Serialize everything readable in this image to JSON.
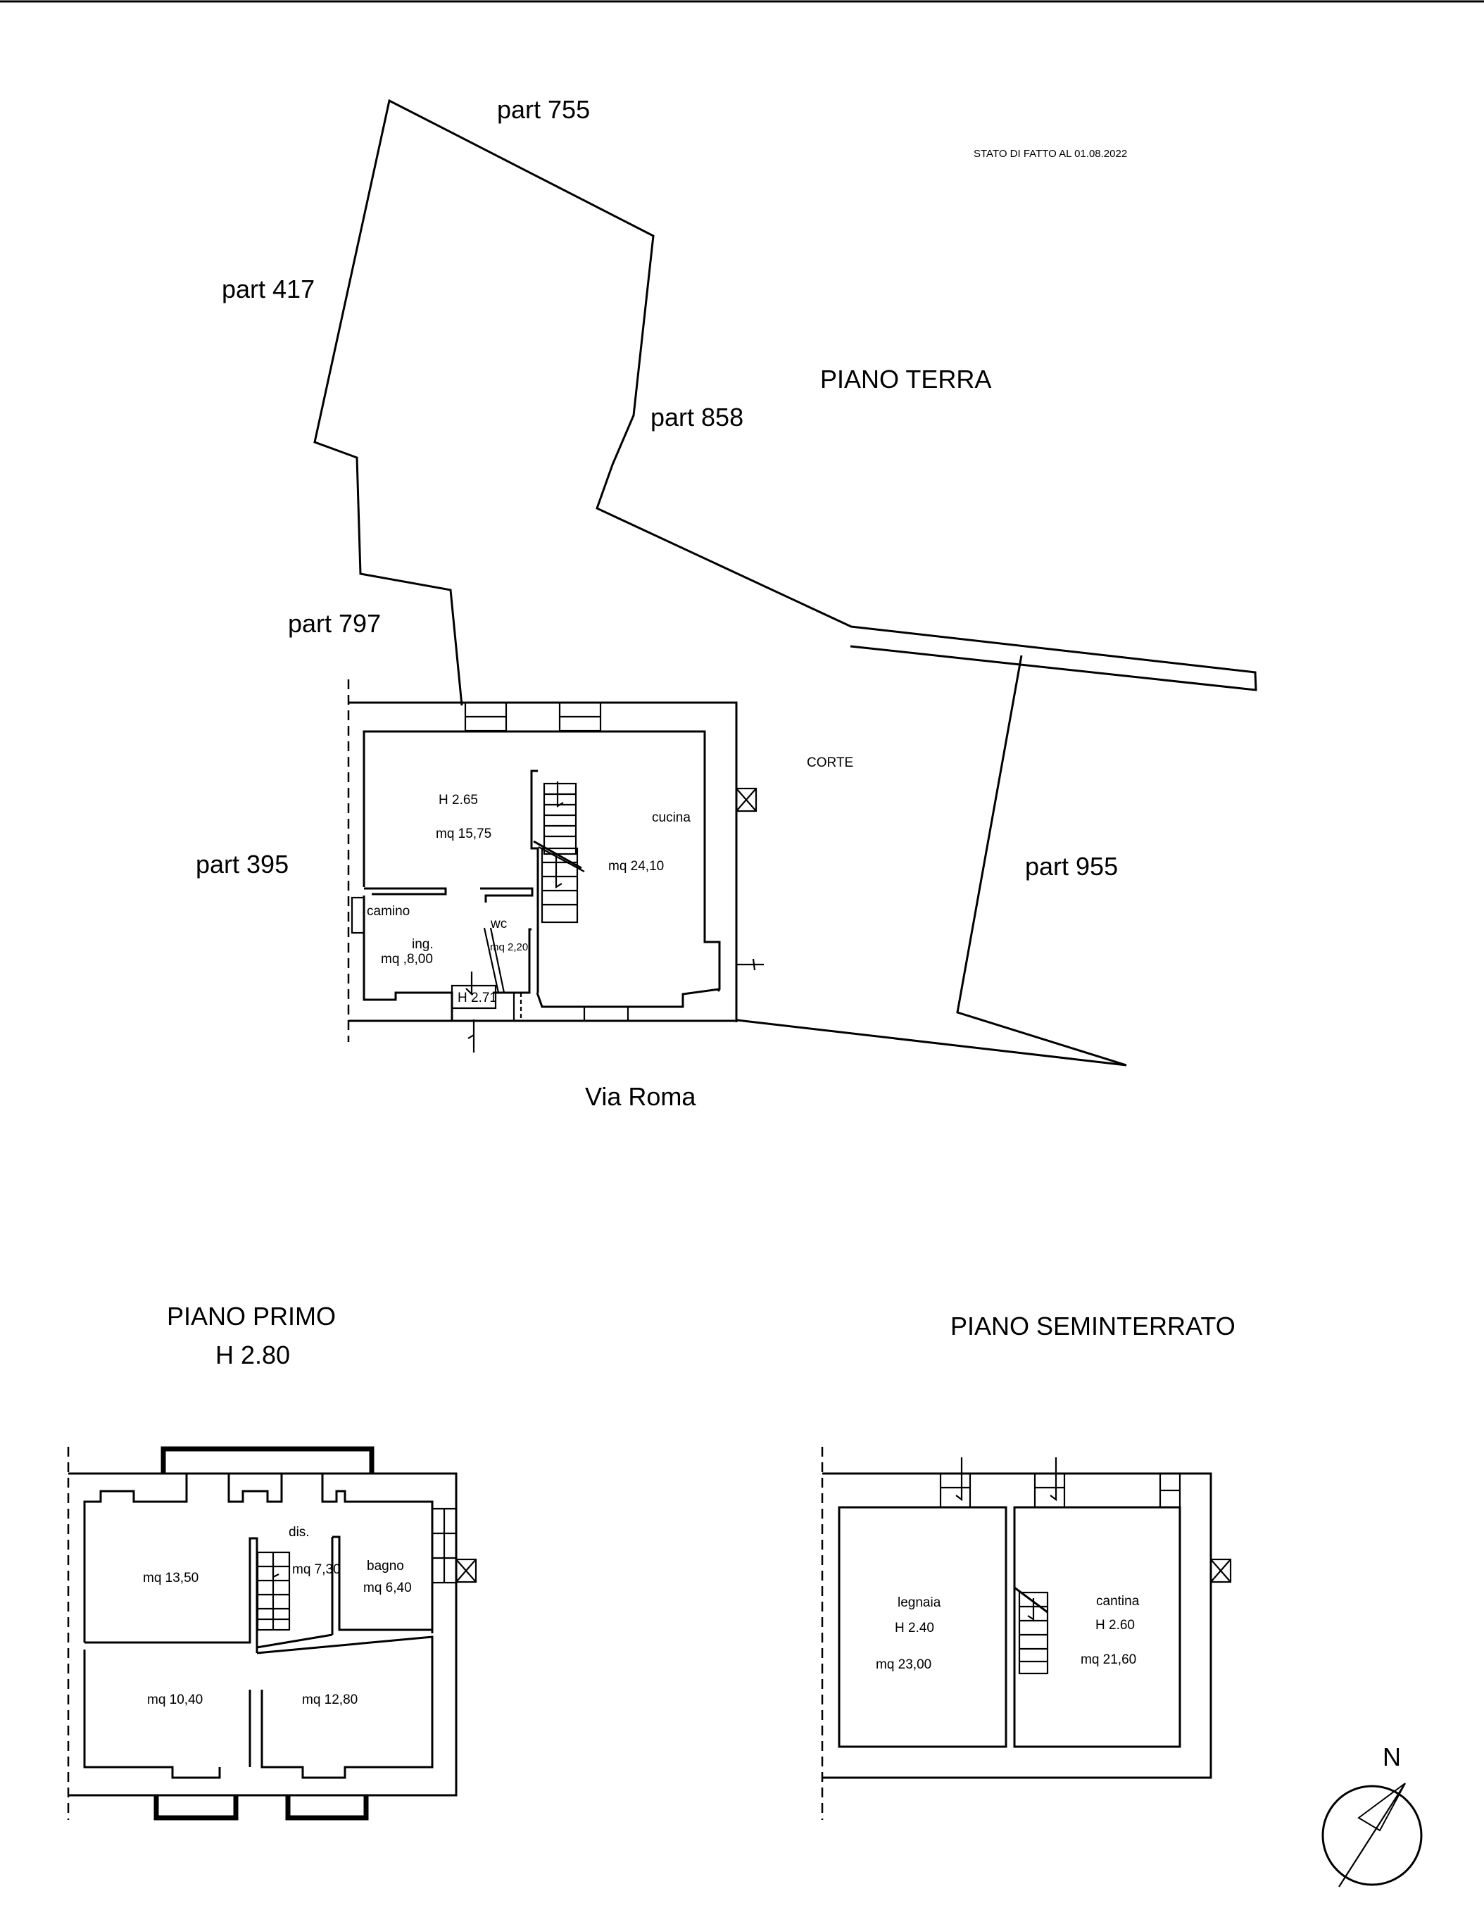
{
  "header": {
    "status_note": "STATO DI FATTO  AL  01.08.2022"
  },
  "ground_floor": {
    "title": "PIANO TERRA",
    "parcels": [
      "part 755",
      "part 417",
      "part 858",
      "part 797",
      "part 395",
      "part 955"
    ],
    "court": "CORTE",
    "street": "Via Roma",
    "rooms": {
      "living_height": "H 2.65",
      "living_area": "mq 15,75",
      "kitchen": "cucina",
      "kitchen_area": "mq 24,10",
      "fireplace": "camino",
      "wc": "wc",
      "wc_area": "mq 2,20",
      "entrance": "ing.",
      "entrance_area": "mq ,8,00",
      "entrance_height": "H 2.71"
    }
  },
  "first_floor": {
    "title": "PIANO PRIMO",
    "height": "H 2.80",
    "rooms": {
      "room_a": "mq 13,50",
      "hall": "dis.",
      "hall_area": "mq 7,30",
      "bath": "bagno",
      "bath_area": "mq 6,40",
      "room_b": "mq 10,40",
      "room_c": "mq 12,80"
    }
  },
  "basement": {
    "title": "PIANO SEMINTERRATO",
    "rooms": {
      "woodshed": "legnaia",
      "woodshed_height": "H 2.40",
      "woodshed_area": "mq 23,00",
      "cellar": "cantina",
      "cellar_height": "H 2.60",
      "cellar_area": "mq 21,60"
    }
  },
  "compass": {
    "north": "N"
  }
}
